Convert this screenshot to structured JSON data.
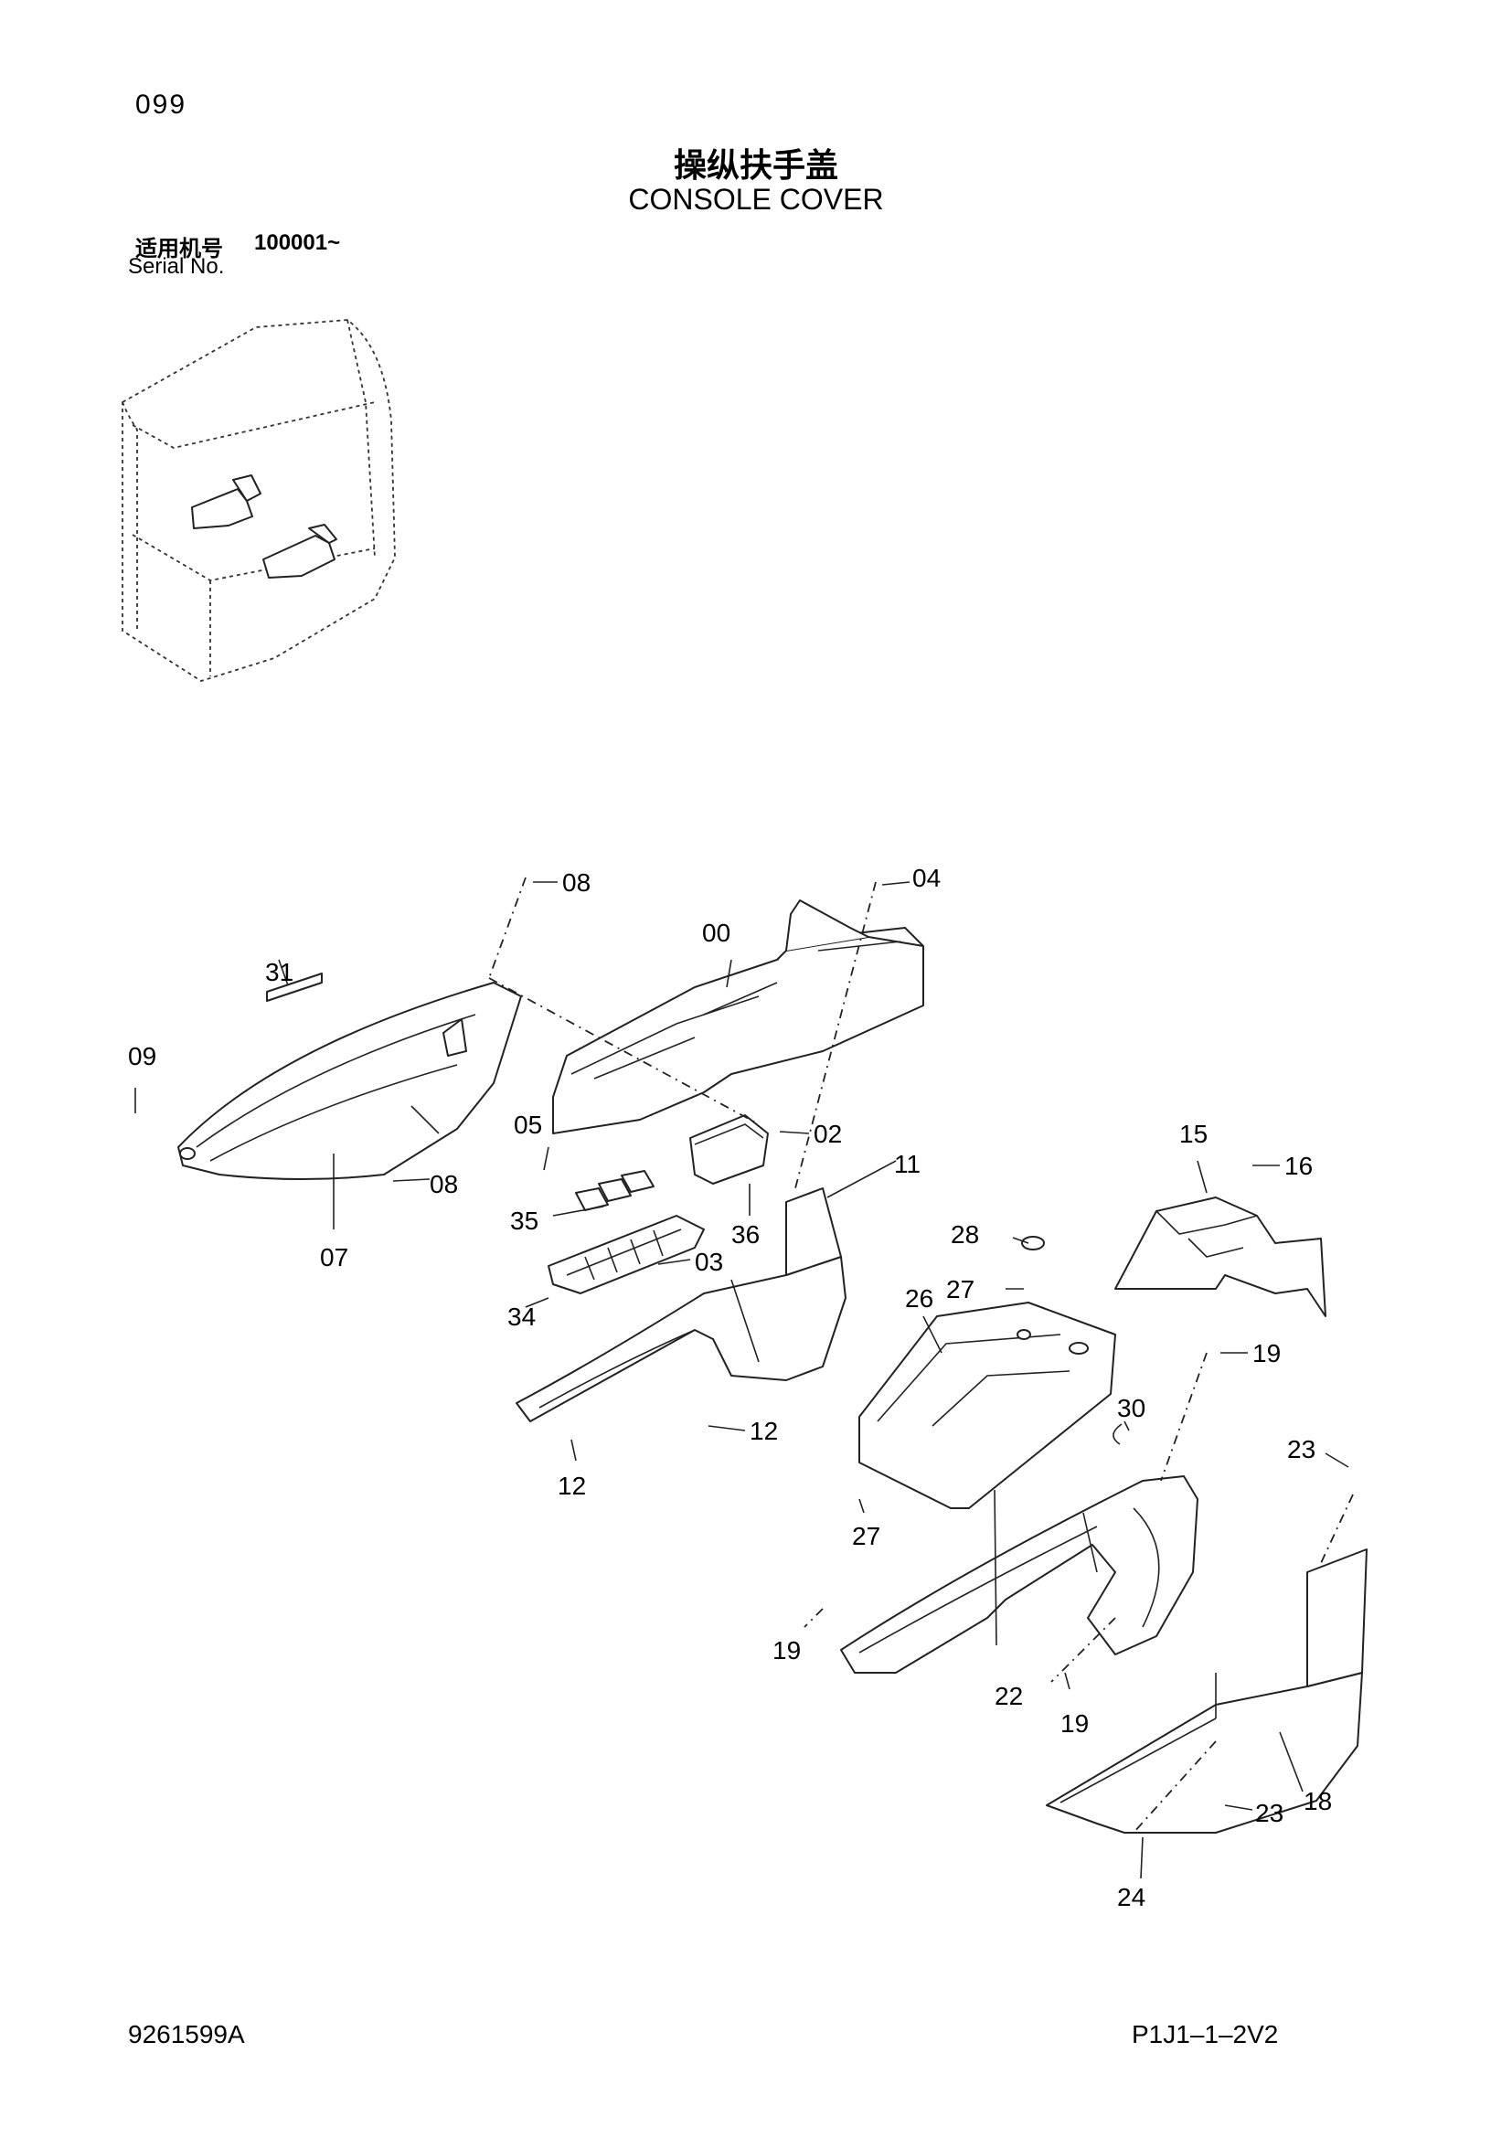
{
  "page_number": "099",
  "title_cn": "操纵扶手盖",
  "title_en": "CONSOLE COVER",
  "serial": {
    "label_cn": "适用机号",
    "range": "100001~",
    "label_en": "Serial No."
  },
  "footer": {
    "doc_code": "9261599A",
    "page_code": "P1J1–1–2V2"
  },
  "callouts": [
    "08",
    "04",
    "00",
    "31",
    "09",
    "05",
    "02",
    "08",
    "07",
    "35",
    "36",
    "03",
    "34",
    "11",
    "15",
    "16",
    "28",
    "27",
    "26",
    "19",
    "12",
    "12",
    "30",
    "27",
    "23",
    "19",
    "22",
    "19",
    "18",
    "23",
    "24"
  ]
}
